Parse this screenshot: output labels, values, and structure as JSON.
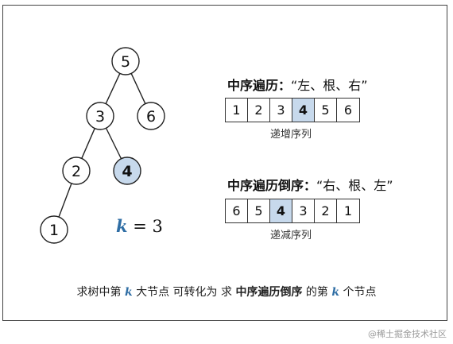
{
  "tree": {
    "nodes": [
      {
        "id": "n5",
        "label": "5",
        "highlight": false
      },
      {
        "id": "n3",
        "label": "3",
        "highlight": false
      },
      {
        "id": "n6",
        "label": "6",
        "highlight": false
      },
      {
        "id": "n2",
        "label": "2",
        "highlight": false
      },
      {
        "id": "n4",
        "label": "4",
        "highlight": true
      },
      {
        "id": "n1",
        "label": "1",
        "highlight": false
      }
    ],
    "edges": [
      [
        "n5",
        "n3"
      ],
      [
        "n5",
        "n6"
      ],
      [
        "n3",
        "n2"
      ],
      [
        "n3",
        "n4"
      ],
      [
        "n2",
        "n1"
      ]
    ]
  },
  "k_equation": {
    "var": "k",
    "rest": " = 3"
  },
  "inorder": {
    "heading_bold": "中序遍历：",
    "heading_rest": "“左、根、右”",
    "values": [
      "1",
      "2",
      "3",
      "4",
      "5",
      "6"
    ],
    "highlight_index": 3,
    "caption": "递增序列"
  },
  "reverse_inorder": {
    "heading_bold": "中序遍历倒序：",
    "heading_rest": "“右、根、左”",
    "values": [
      "6",
      "5",
      "4",
      "3",
      "2",
      "1"
    ],
    "highlight_index": 2,
    "caption": "递减序列"
  },
  "bottom_note": {
    "p1": "求树中第 ",
    "k1": "k",
    "p2": " 大节点 可转化为 求 ",
    "bold": "中序遍历倒序",
    "p3": " 的第 ",
    "k2": "k",
    "p4": " 个节点"
  },
  "watermark": "@稀土掘金技术社区",
  "colors": {
    "highlight_fill": "#c7d9ec",
    "k_color": "#2e6da4"
  }
}
